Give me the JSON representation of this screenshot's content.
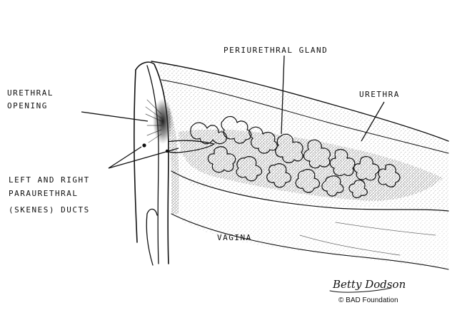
{
  "labels": {
    "urethral_opening_line1": "URETHRAL",
    "urethral_opening_line2": "OPENING",
    "periurethral_gland": "PERIURETHRAL GLAND",
    "urethra": "URETHRA",
    "ducts_line1": "LEFT AND RIGHT",
    "ducts_line2": "PARAURETHRAL",
    "ducts_line3": "(SKENES) DUCTS",
    "vagina": "VAGINA"
  },
  "signature": "Betty Dodson",
  "copyright": "© BAD Foundation",
  "colors": {
    "ink": "#111111",
    "background": "#ffffff",
    "stipple": "#2a2a2a"
  }
}
